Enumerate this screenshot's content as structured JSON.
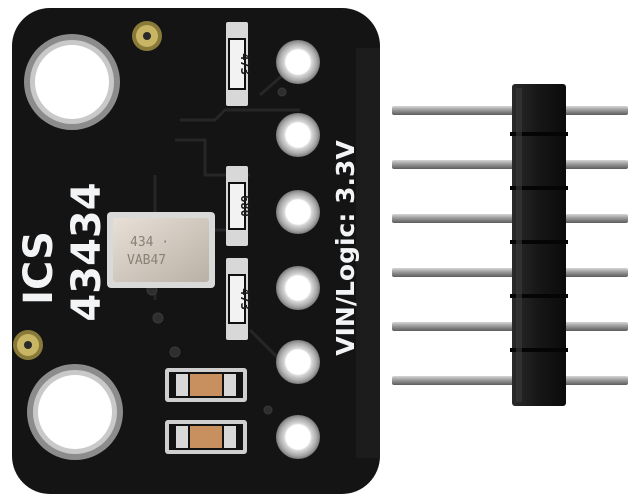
{
  "board": {
    "title_line1": "ICS",
    "title_line2": "43434",
    "side_label": "VIN/Logic: 3.3V",
    "colors": {
      "pcb": "#141414",
      "silk": "#f2f4f6",
      "pad": "#cfcfcf",
      "gold": "#b8a455",
      "header_plastic": "#1b1b1b",
      "pin_metal": "#9a9a9a"
    }
  },
  "components": {
    "resistor_top": "473",
    "resistor_mid": "680",
    "resistor_low": "473",
    "mic_text_line1": "434 ·",
    "mic_text_line2": "VAB47"
  }
}
